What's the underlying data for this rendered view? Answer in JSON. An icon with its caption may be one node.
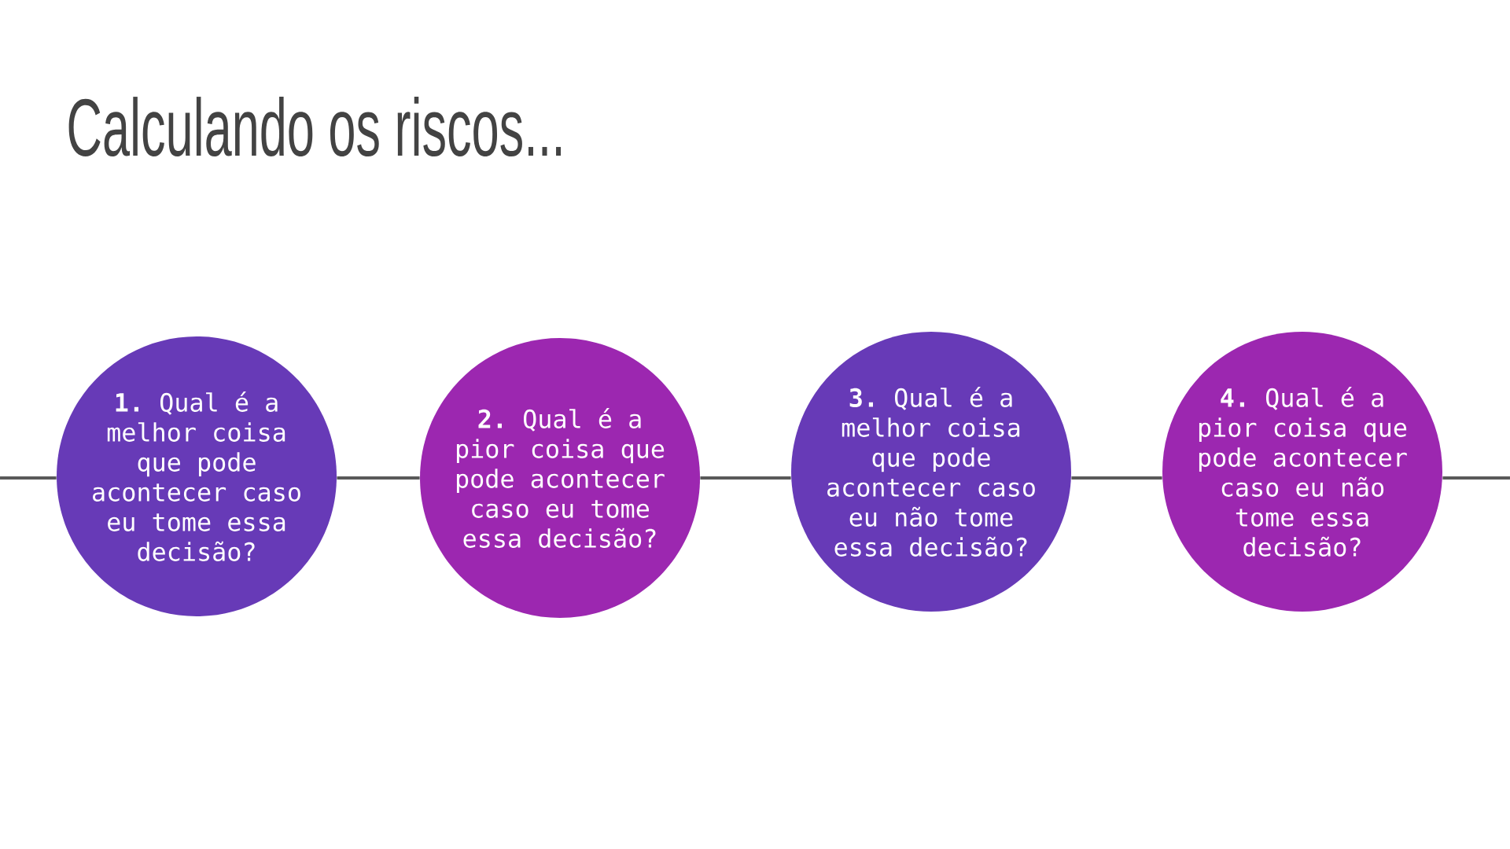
{
  "diagram": {
    "title": "Calculando os riscos...",
    "nodes": [
      {
        "text": [
          "**1.** Qual é a melhor coisa que pode acontecer caso eu tome essa decisão?"
        ]
      },
      {
        "text": [
          "**2.** Qual é a pior coisa que pode acontecer caso eu tome essa decisão?"
        ]
      },
      {
        "text": [
          "**3.** Qual é a melhor coisa que pode acontecer caso eu não tome essa decisão?"
        ]
      },
      {
        "text": [
          "**4.** Qual é a pior coisa que pode acontecer caso eu não tome essa decisão?"
        ]
      }
    ],
    "edges": [
      {
        "from": null,
        "to": 0,
        "arrow": "none"
      },
      {
        "from": 0,
        "to": 1,
        "arrow": "none"
      },
      {
        "from": 1,
        "to": 2,
        "arrow": "none"
      },
      {
        "from": 2,
        "to": 3,
        "arrow": "none"
      },
      {
        "from": 3,
        "to": null,
        "arrow": "none"
      }
    ]
  }
}
